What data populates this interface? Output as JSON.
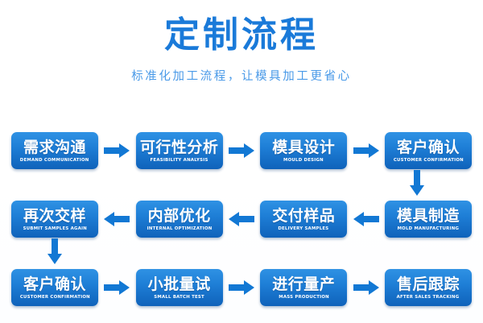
{
  "header": {
    "title": "定制流程",
    "subtitle": "标准化加工流程，让模具加工更省心"
  },
  "colors": {
    "title_blue": "#1a7ad9",
    "subtitle_blue": "#4a9ae8",
    "box_gradient_top": "#2f92e4",
    "box_gradient_bottom": "#0f62ba",
    "arrow_blue": "#1278d4",
    "background": "#ffffff"
  },
  "flow": {
    "rows": [
      {
        "direction": "right",
        "steps": [
          {
            "cn": "需求沟通",
            "en": "DEMAND COMMUNICATION"
          },
          {
            "cn": "可行性分析",
            "en": "FEASIBILITY ANALYSIS"
          },
          {
            "cn": "模具设计",
            "en": "MOULD DESIGN"
          },
          {
            "cn": "客户确认",
            "en": "CUSTOMER CONFIRMATION"
          }
        ]
      },
      {
        "direction": "left",
        "steps": [
          {
            "cn": "再次交样",
            "en": "SUBMIT SAMPLES AGAIN"
          },
          {
            "cn": "内部优化",
            "en": "INTERNAL OPTIMIZATION"
          },
          {
            "cn": "交付样品",
            "en": "DELIVERY SAMPLES"
          },
          {
            "cn": "模具制造",
            "en": "MOLD MANUFACTURING"
          }
        ]
      },
      {
        "direction": "right",
        "steps": [
          {
            "cn": "客户确认",
            "en": "CUSTOMER CONFIRMATION"
          },
          {
            "cn": "小批量试",
            "en": "SMALL BATCH TEST"
          },
          {
            "cn": "进行量产",
            "en": "MASS PRODUCTION"
          },
          {
            "cn": "售后跟踪",
            "en": "AFTER SALES TRACKING"
          }
        ]
      }
    ],
    "connectors": [
      {
        "name": "row1-to-row2",
        "direction": "down",
        "side": "right"
      },
      {
        "name": "row2-to-row3",
        "direction": "down",
        "side": "left"
      }
    ]
  }
}
